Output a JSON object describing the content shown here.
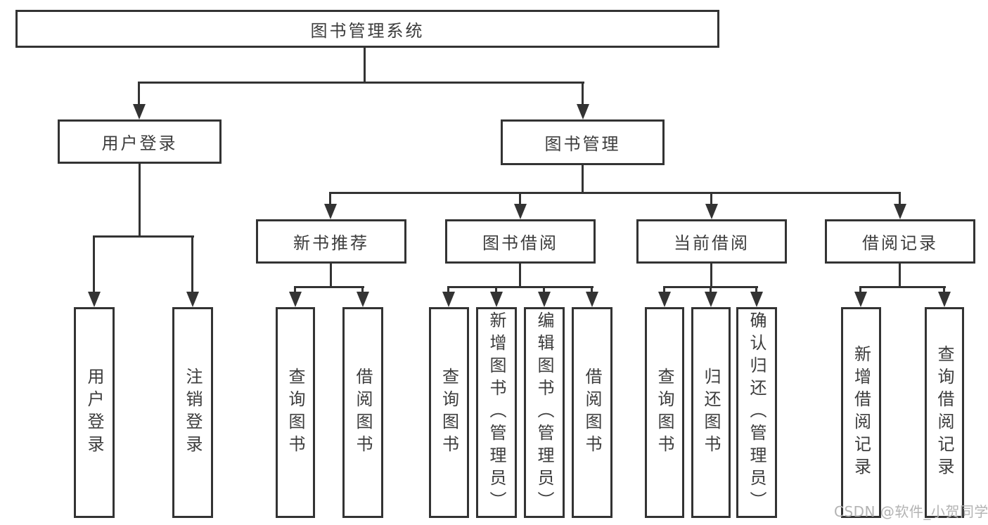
{
  "diagram_type": "tree-structure",
  "colors": {
    "line": "#333333",
    "text": "#3c3c3c",
    "background": "#ffffff",
    "watermark": "#b3b3b3"
  },
  "nodes": {
    "root": "图书管理系统",
    "user_login": "用户登录",
    "book_mgmt": "图书管理",
    "new_books": "新书推荐",
    "book_borrow": "图书借阅",
    "current_borrow": "当前借阅",
    "borrow_records": "借阅记录",
    "leaves": {
      "user": [
        "用户登录",
        "注销登录"
      ],
      "new_books": [
        "查询图书",
        "借阅图书"
      ],
      "book_borrow": [
        "查询图书",
        "新增图书（管理员）",
        "编辑图书（管理员）",
        "借阅图书"
      ],
      "current_borrow": [
        "查询图书",
        "归还图书",
        "确认归还（管理员）"
      ],
      "borrow_records": [
        "新增借阅记录",
        "查询借阅记录"
      ]
    }
  },
  "watermark": "CSDN @软件_小贺同学"
}
